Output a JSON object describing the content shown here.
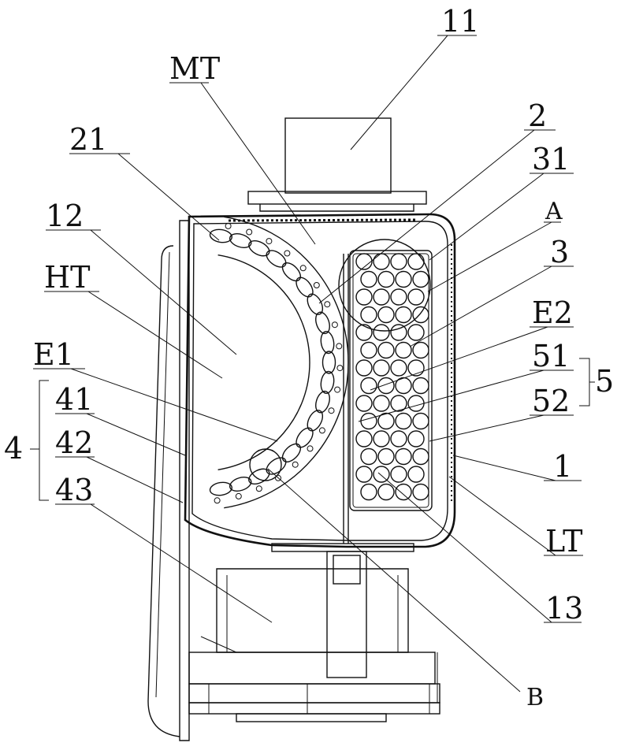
{
  "labels": {
    "l11": "11",
    "lMT": "MT",
    "l2": "2",
    "l21": "21",
    "l31": "31",
    "lA": "A",
    "l12": "12",
    "l3": "3",
    "lHT": "HT",
    "lE2": "E2",
    "lE1": "E1",
    "l51": "51",
    "l5": "5",
    "l41": "41",
    "l52": "52",
    "l4": "4",
    "l42": "42",
    "l1": "1",
    "l43": "43",
    "lLT": "LT",
    "l13": "13",
    "lB": "B"
  }
}
